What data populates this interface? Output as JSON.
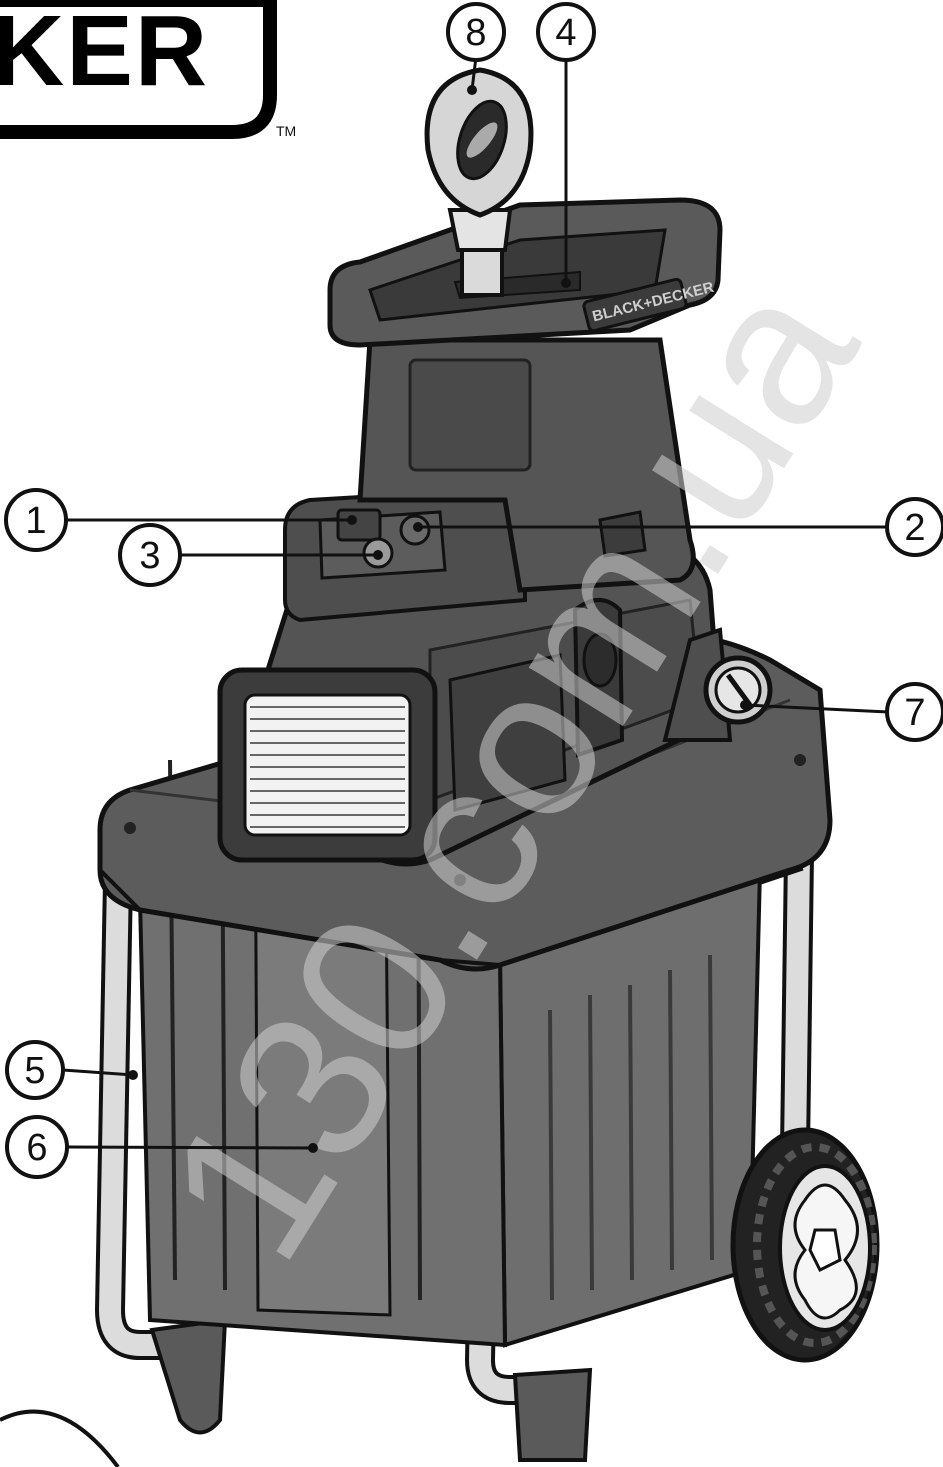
{
  "logo": {
    "brand_fragment": "KER",
    "trademark": "TM"
  },
  "nameplate": "BLACK+DECKER",
  "watermark": "130.com.ua",
  "callouts": [
    {
      "id": "c1",
      "label": "1"
    },
    {
      "id": "c2",
      "label": "2"
    },
    {
      "id": "c3",
      "label": "3"
    },
    {
      "id": "c4",
      "label": "4"
    },
    {
      "id": "c5",
      "label": "5"
    },
    {
      "id": "c6",
      "label": "6"
    },
    {
      "id": "c7",
      "label": "7"
    },
    {
      "id": "c8",
      "label": "8"
    }
  ],
  "colors": {
    "housing_dark": "#5a5a5a",
    "housing_mid": "#6e6e6e",
    "frame_silver": "#dcdcdc",
    "outline": "#111111",
    "vent_white": "#f2f2f2"
  }
}
